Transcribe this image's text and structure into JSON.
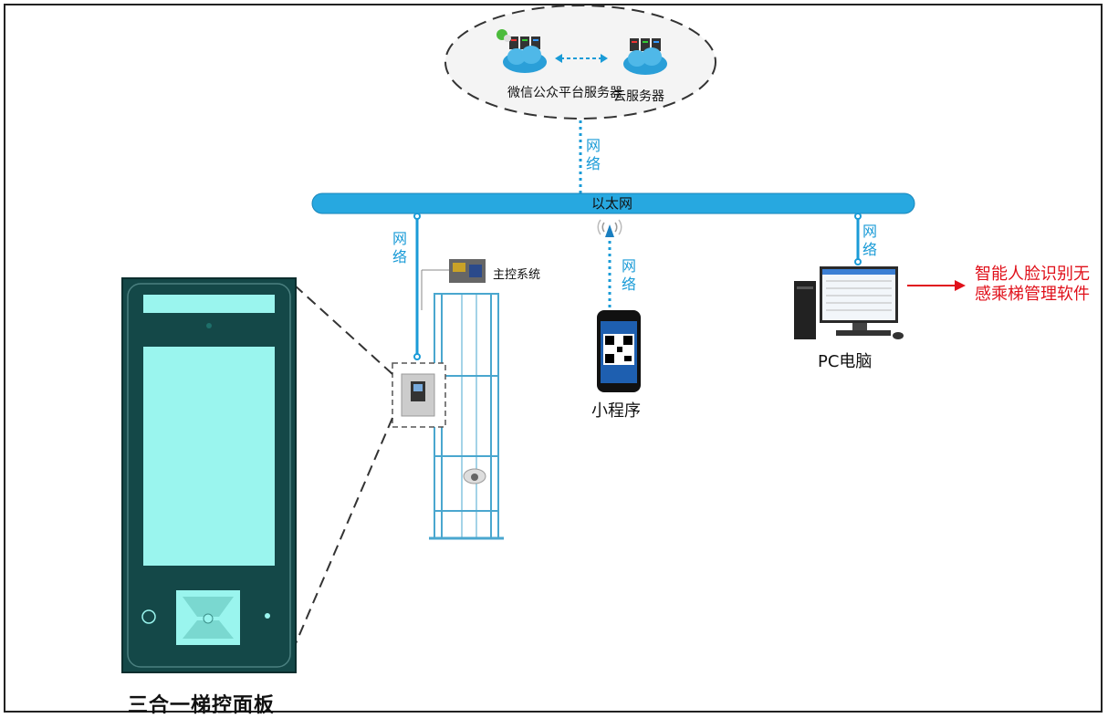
{
  "cloud": {
    "wechat_server": "微信公众平台服务器",
    "cloud_server": "云服务器"
  },
  "network": {
    "ethernet": "以太网",
    "link_label": "网络"
  },
  "devices": {
    "main_control": "主控系统",
    "mini_program": "小程序",
    "pc": "PC电脑",
    "panel": "三合一梯控面板"
  },
  "software": "智能人脸识别无感乘梯管理软件",
  "colors": {
    "network_blue": "#1a9bd7",
    "bus_fill": "#27a8e0",
    "panel_body": "#144848",
    "panel_screen": "#9af5ee",
    "arrow_red": "#e0101a"
  }
}
